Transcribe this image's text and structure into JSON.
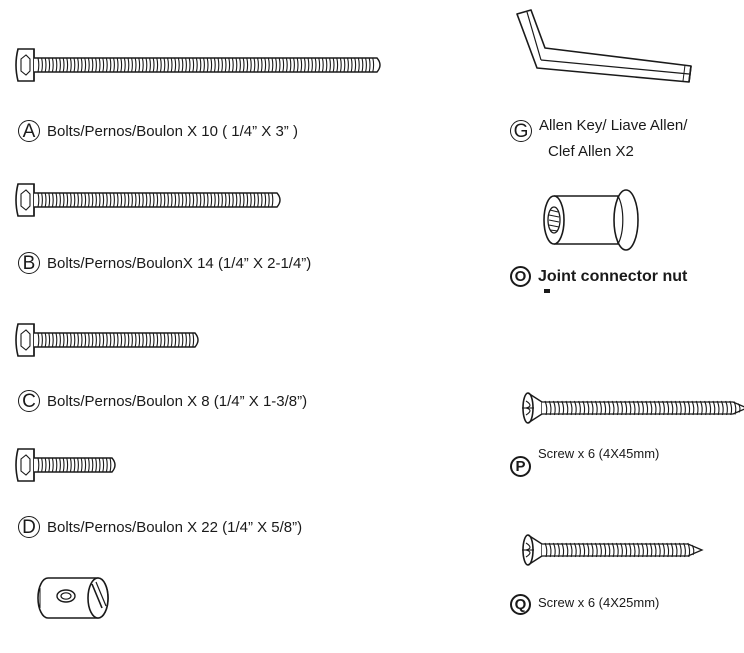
{
  "parts": {
    "A": {
      "letter": "A",
      "text": "Bolts/Pernos/Boulon X 10 ( 1/4” X 3” )"
    },
    "B": {
      "letter": "B",
      "text": "Bolts/Pernos/BoulonX 14 (1/4” X 2-1/4”)"
    },
    "C": {
      "letter": "C",
      "text": "Bolts/Pernos/Boulon X 8 (1/4” X 1-3/8”)"
    },
    "D": {
      "letter": "D",
      "text": "Bolts/Pernos/Boulon X 22 (1/4” X 5/8”)"
    },
    "G": {
      "letter": "G",
      "text_line1": "Allen Key/ Liave Allen/",
      "text_line2": "Clef Allen X2"
    },
    "O": {
      "letter": "O",
      "text": "Joint connector nut"
    },
    "P": {
      "letter": "P",
      "text": "Screw x 6 (4X45mm)"
    },
    "Q": {
      "letter": "Q",
      "text": "Screw x 6 (4X25mm)"
    }
  },
  "icons": {
    "bolt_a": "hex-bolt-icon",
    "bolt_b": "hex-bolt-icon",
    "bolt_c": "hex-bolt-icon",
    "bolt_d": "hex-bolt-icon",
    "barrel_nut": "barrel-nut-icon",
    "allen_key": "allen-key-icon",
    "joint_nut": "joint-connector-nut-icon",
    "screw_p": "phillips-screw-icon",
    "screw_q": "phillips-screw-icon"
  },
  "colors": {
    "ink": "#1a1a1a",
    "background": "#ffffff"
  }
}
